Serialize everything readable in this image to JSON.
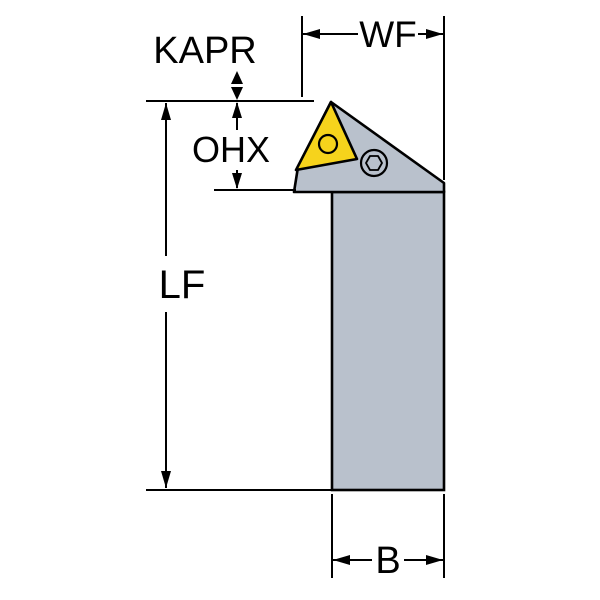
{
  "diagram": {
    "labels": {
      "kapr": "KAPR",
      "wf": "WF",
      "ohx": "OHX",
      "lf": "LF",
      "b": "B"
    },
    "colors": {
      "holder_fill": "#b9c1cc",
      "outline": "#000000",
      "insert_fill": "#f6d31c",
      "dimension_line": "#000000",
      "background": "#ffffff"
    }
  }
}
